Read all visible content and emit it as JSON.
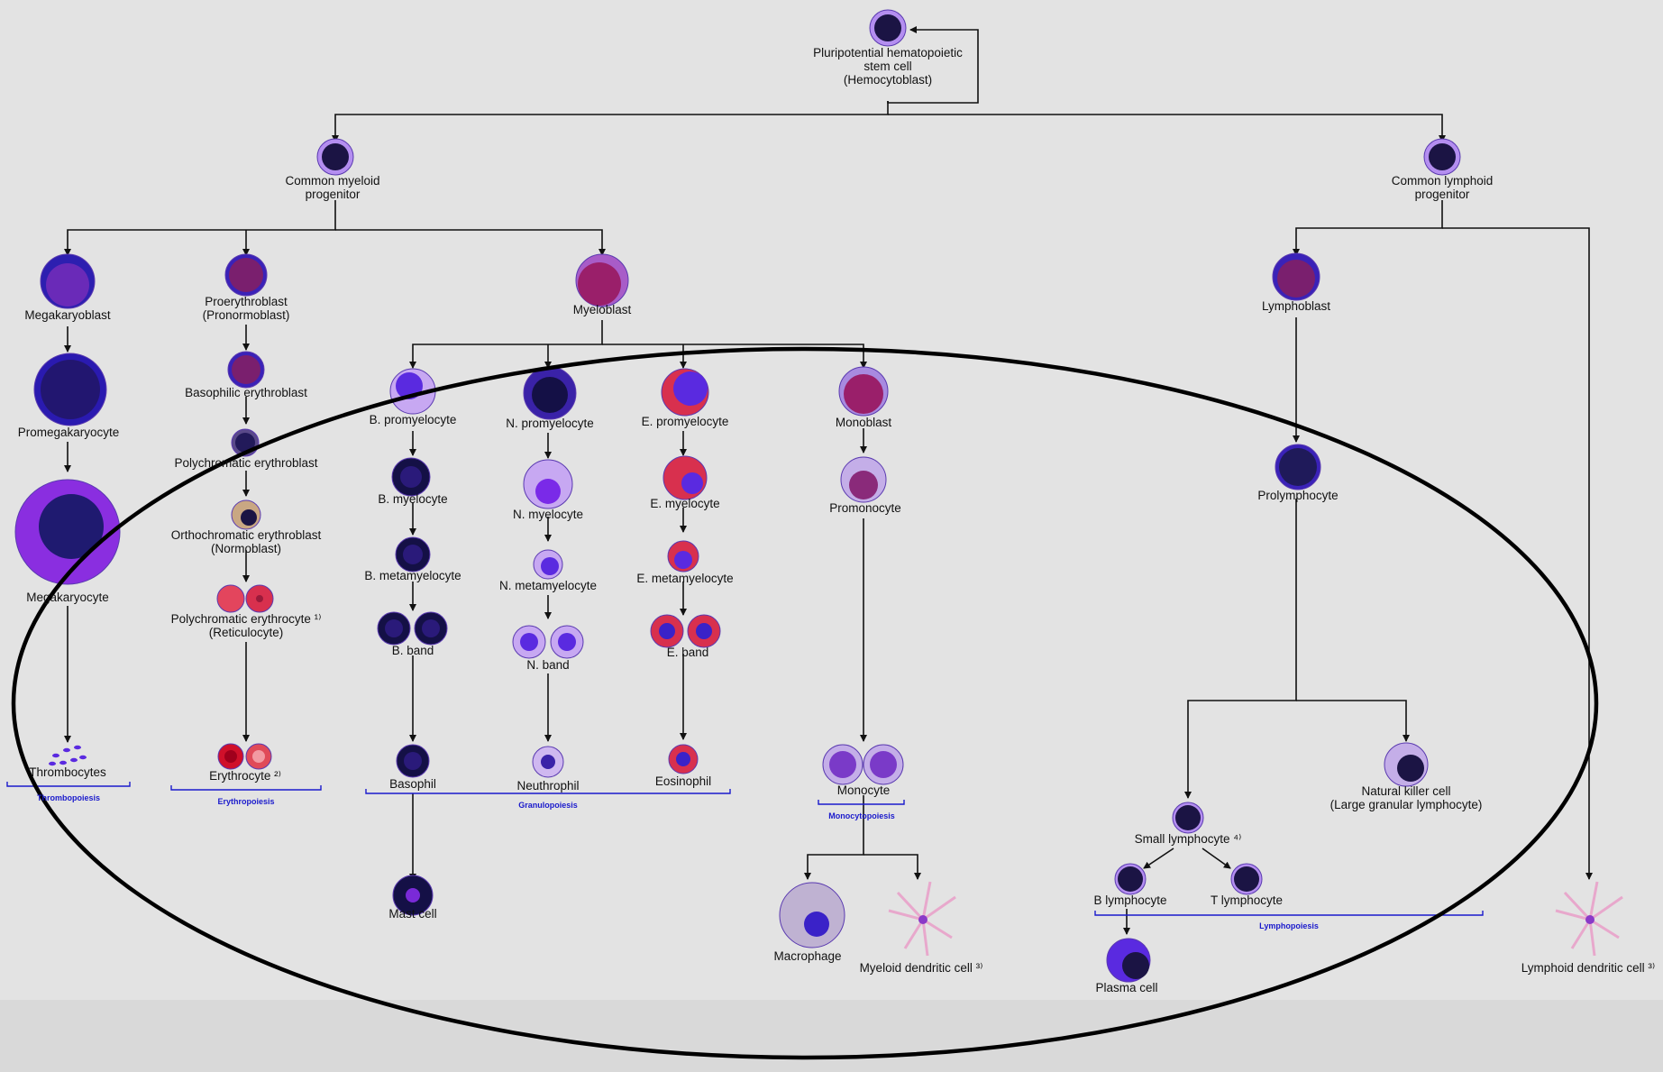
{
  "diagram": {
    "stem_cell": "Pluripotential hematopoietic\nstem cell\n(Hemocytoblast)",
    "myeloid_progenitor": "Common myeloid\nprogenitor",
    "lymphoid_progenitor": "Common lymphoid\nprogenitor",
    "megakaryoblast": "Megakaryoblast",
    "promegakaryocyte": "Promegakaryocyte",
    "megakaryocyte": "Megakaryocyte",
    "thrombocytes": "Thrombocytes",
    "proerythroblast": "Proerythroblast\n(Pronormoblast)",
    "basophilic_erythroblast": "Basophilic erythroblast",
    "polychromatic_erythroblast": "Polychromatic erythroblast",
    "orthochromatic_erythroblast": "Orthochromatic erythroblast\n(Normoblast)",
    "polychromatic_erythrocyte": "Polychromatic erythrocyte ¹⁾\n(Reticulocyte)",
    "erythrocyte": "Erythrocyte ²⁾",
    "myeloblast": "Myeloblast",
    "b_promyelocyte": "B. promyelocyte",
    "b_myelocyte": "B. myelocyte",
    "b_metamyelocyte": "B. metamyelocyte",
    "b_band": "B. band",
    "basophil": "Basophil",
    "mast_cell": "Mast cell",
    "n_promyelocyte": "N. promyelocyte",
    "n_myelocyte": "N. myelocyte",
    "n_metamyelocyte": "N. metamyelocyte",
    "n_band": "N. band",
    "neutrophil": "Neuthrophil",
    "e_promyelocyte": "E. promyelocyte",
    "e_myelocyte": "E. myelocyte",
    "e_metamyelocyte": "E. metamyelocyte",
    "e_band": "E. band",
    "eosinophil": "Eosinophil",
    "monoblast": "Monoblast",
    "promonocyte": "Promonocyte",
    "monocyte": "Monocyte",
    "macrophage": "Macrophage",
    "myeloid_dendritic": "Myeloid dendritic cell ³⁾",
    "lymphoblast": "Lymphoblast",
    "prolymphocyte": "Prolymphocyte",
    "small_lymphocyte": "Small lymphocyte ⁴⁾",
    "nk_cell": "Natural killer cell\n(Large granular lymphocyte)",
    "b_lymphocyte": "B lymphocyte",
    "t_lymphocyte": "T lymphocyte",
    "plasma_cell": "Plasma cell",
    "lymphoid_dendritic": "Lymphoid dendritic cell ³⁾"
  },
  "processes": {
    "thrombopoiesis": "Thrombopoiesis",
    "erythropoiesis": "Erythropoiesis",
    "granulopoiesis": "Granulopoiesis",
    "monocytopoiesis": "Monocytopoiesis",
    "lymphopoiesis": "Lymphopoiesis"
  },
  "colors": {
    "background": "#e3e3e3",
    "nucleus": "#1b1444",
    "cytoplasm": "#a67de8",
    "erythroid": "#d81c3c",
    "annotation_ellipse": "#000000",
    "process_label": "#1a1acc"
  }
}
